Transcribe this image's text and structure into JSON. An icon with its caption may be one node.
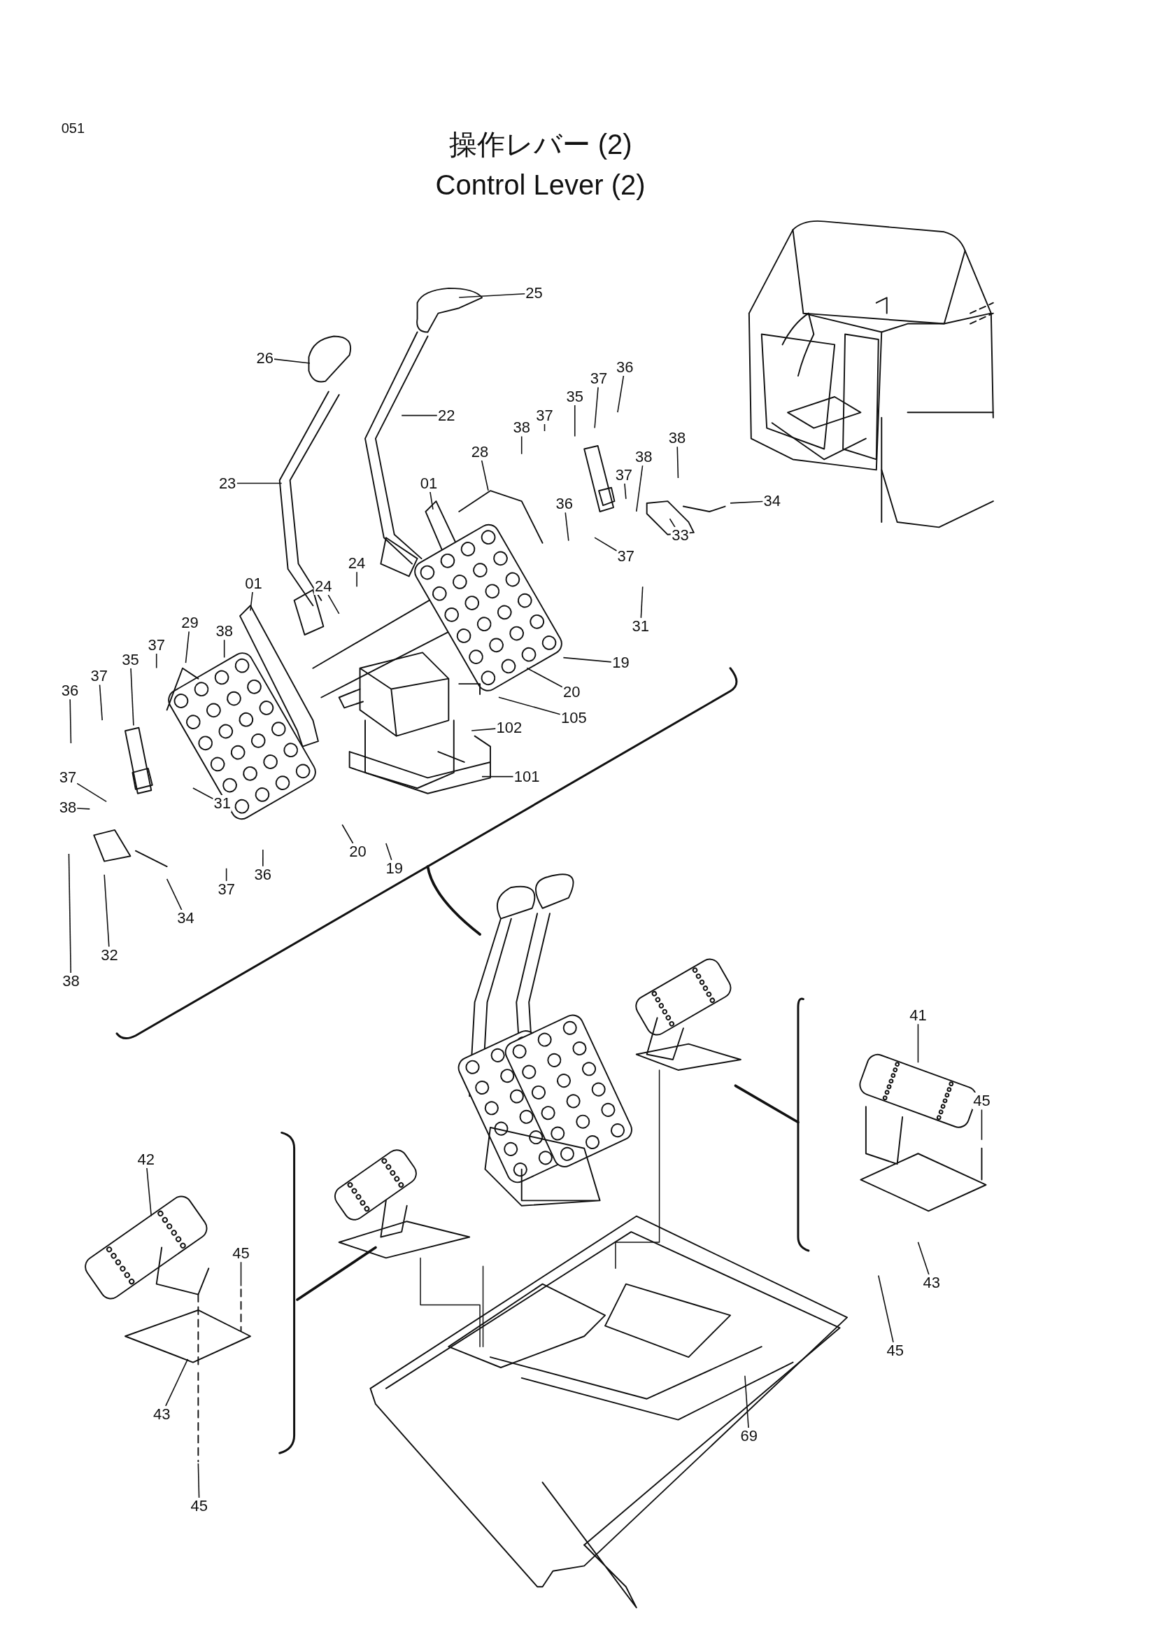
{
  "diagram": {
    "title": "操作レバー (2)",
    "nodes": [
      {
        "text": [
          "25"
        ]
      },
      {
        "text": [
          "26"
        ]
      },
      {
        "text": [
          "22"
        ]
      },
      {
        "text": [
          "23"
        ]
      },
      {
        "text": [
          "36"
        ]
      },
      {
        "text": [
          "37"
        ]
      },
      {
        "text": [
          "35"
        ]
      },
      {
        "text": [
          "37"
        ]
      },
      {
        "text": [
          "38"
        ]
      },
      {
        "text": [
          "28"
        ]
      },
      {
        "text": [
          "01"
        ]
      },
      {
        "text": [
          "38"
        ]
      },
      {
        "text": [
          "37"
        ]
      },
      {
        "text": [
          "38"
        ]
      },
      {
        "text": [
          "34"
        ]
      },
      {
        "text": [
          "36"
        ]
      },
      {
        "text": [
          "37"
        ]
      },
      {
        "text": [
          "33"
        ]
      },
      {
        "text": [
          "24"
        ]
      },
      {
        "text": [
          "24"
        ]
      },
      {
        "text": [
          "01"
        ]
      },
      {
        "text": [
          "38"
        ]
      },
      {
        "text": [
          "29"
        ]
      },
      {
        "text": [
          "31"
        ]
      },
      {
        "text": [
          "37"
        ]
      },
      {
        "text": [
          "35"
        ]
      },
      {
        "text": [
          "37"
        ]
      },
      {
        "text": [
          "36"
        ]
      },
      {
        "text": [
          "19"
        ]
      },
      {
        "text": [
          "20"
        ]
      },
      {
        "text": [
          "105"
        ]
      },
      {
        "text": [
          "102"
        ]
      },
      {
        "text": [
          "101"
        ]
      },
      {
        "text": [
          "37"
        ]
      },
      {
        "text": [
          "31"
        ]
      },
      {
        "text": [
          "38"
        ]
      },
      {
        "text": [
          "20"
        ]
      },
      {
        "text": [
          "19"
        ]
      },
      {
        "text": [
          "36"
        ]
      },
      {
        "text": [
          "37"
        ]
      },
      {
        "text": [
          "34"
        ]
      },
      {
        "text": [
          "32"
        ]
      },
      {
        "text": [
          "38"
        ]
      },
      {
        "text": [
          "41"
        ]
      },
      {
        "text": [
          "45"
        ]
      },
      {
        "text": [
          "42"
        ]
      },
      {
        "text": [
          "45"
        ]
      },
      {
        "text": [
          "43"
        ]
      },
      {
        "text": [
          "45"
        ]
      },
      {
        "text": [
          "43"
        ]
      },
      {
        "text": [
          "69"
        ]
      },
      {
        "text": [
          "45"
        ]
      }
    ],
    "edges": [
      {
        "from": 0,
        "to": null,
        "arrow": "none"
      },
      {
        "from": 1,
        "to": null,
        "arrow": "none"
      },
      {
        "from": 2,
        "to": null,
        "arrow": "none"
      },
      {
        "from": 3,
        "to": null,
        "arrow": "none"
      },
      {
        "from": 4,
        "to": null,
        "arrow": "none"
      },
      {
        "from": 5,
        "to": null,
        "arrow": "none"
      },
      {
        "from": 6,
        "to": null,
        "arrow": "none"
      },
      {
        "from": 7,
        "to": null,
        "arrow": "none"
      },
      {
        "from": 8,
        "to": null,
        "arrow": "none"
      },
      {
        "from": 9,
        "to": null,
        "arrow": "none"
      },
      {
        "from": 10,
        "to": null,
        "arrow": "none"
      },
      {
        "from": 11,
        "to": null,
        "arrow": "none"
      },
      {
        "from": 12,
        "to": null,
        "arrow": "none"
      },
      {
        "from": 13,
        "to": null,
        "arrow": "none"
      },
      {
        "from": 14,
        "to": null,
        "arrow": "none"
      },
      {
        "from": 15,
        "to": null,
        "arrow": "none"
      },
      {
        "from": 16,
        "to": null,
        "arrow": "none"
      },
      {
        "from": 17,
        "to": null,
        "arrow": "none"
      },
      {
        "from": 18,
        "to": null,
        "arrow": "none"
      },
      {
        "from": 19,
        "to": null,
        "arrow": "none"
      },
      {
        "from": 20,
        "to": null,
        "arrow": "none"
      },
      {
        "from": 21,
        "to": null,
        "arrow": "none"
      },
      {
        "from": 22,
        "to": null,
        "arrow": "none"
      },
      {
        "from": 23,
        "to": null,
        "arrow": "none"
      },
      {
        "from": 24,
        "to": null,
        "arrow": "none"
      },
      {
        "from": 25,
        "to": null,
        "arrow": "none"
      },
      {
        "from": 26,
        "to": null,
        "arrow": "none"
      },
      {
        "from": 27,
        "to": null,
        "arrow": "none"
      },
      {
        "from": 28,
        "to": null,
        "arrow": "none"
      },
      {
        "from": 29,
        "to": null,
        "arrow": "none"
      },
      {
        "from": 30,
        "to": null,
        "arrow": "none"
      },
      {
        "from": 31,
        "to": null,
        "arrow": "none"
      },
      {
        "from": 32,
        "to": null,
        "arrow": "none"
      },
      {
        "from": 33,
        "to": null,
        "arrow": "none"
      },
      {
        "from": 34,
        "to": null,
        "arrow": "none"
      },
      {
        "from": 35,
        "to": null,
        "arrow": "none"
      },
      {
        "from": 36,
        "to": null,
        "arrow": "none"
      },
      {
        "from": 37,
        "to": null,
        "arrow": "none"
      },
      {
        "from": 38,
        "to": null,
        "arrow": "none"
      },
      {
        "from": 39,
        "to": null,
        "arrow": "none"
      },
      {
        "from": 40,
        "to": null,
        "arrow": "none"
      },
      {
        "from": 41,
        "to": null,
        "arrow": "none"
      },
      {
        "from": 42,
        "to": null,
        "arrow": "none"
      },
      {
        "from": 43,
        "to": null,
        "arrow": "none"
      },
      {
        "from": 44,
        "to": null,
        "arrow": "none"
      },
      {
        "from": 45,
        "to": null,
        "arrow": "none"
      },
      {
        "from": 46,
        "to": null,
        "arrow": "none"
      },
      {
        "from": 47,
        "to": null,
        "arrow": "none"
      },
      {
        "from": 48,
        "to": null,
        "arrow": "none"
      },
      {
        "from": 49,
        "to": null,
        "arrow": "none"
      },
      {
        "from": 50,
        "to": null,
        "arrow": "none"
      },
      {
        "from": 51,
        "to": null,
        "arrow": "none"
      }
    ],
    "labels": [
      "051",
      "Control Lever (2)"
    ]
  }
}
